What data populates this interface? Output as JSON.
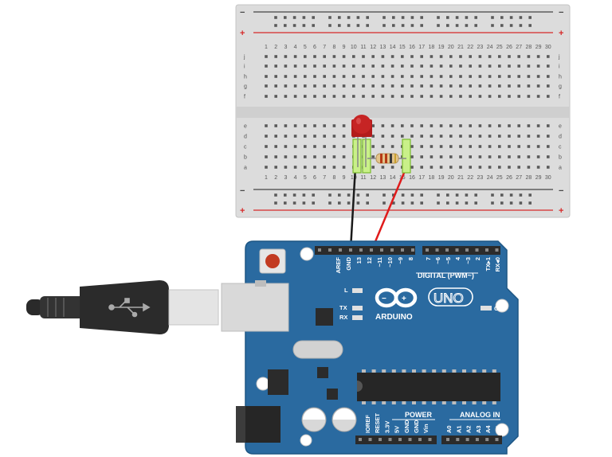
{
  "breadboard": {
    "rail_minus": "−",
    "rail_plus": "+",
    "row_letters_top": [
      "j",
      "i",
      "h",
      "g",
      "f"
    ],
    "row_letters_bottom": [
      "e",
      "d",
      "c",
      "b",
      "a"
    ],
    "column_count": 30
  },
  "arduino": {
    "logo_text": "ARDUINO",
    "model": "UNO",
    "digital_header": "DIGITAL (PWM~)",
    "digital_pins": [
      "AREF",
      "GND",
      "13",
      "12",
      "~11",
      "~10",
      "~9",
      "8",
      "7",
      "~6",
      "~5",
      "4",
      "~3",
      "2",
      "TX▸1",
      "RX◂0"
    ],
    "led_labels": [
      "L",
      "TX",
      "RX"
    ],
    "on_label": "ON",
    "power_header": "POWER",
    "power_pins": [
      "IOREF",
      "RESET",
      "3.3V",
      "5V",
      "GND",
      "GND",
      "Vin"
    ],
    "analog_header": "ANALOG IN",
    "analog_pins": [
      "A0",
      "A1",
      "A2",
      "A3",
      "A4",
      "A5"
    ]
  },
  "colors": {
    "board_blue": "#2a6aa0",
    "breadboard": "#dedede",
    "rail_red": "#d62a2a",
    "wire_black": "#1a1a1a",
    "wire_red": "#e01b1b",
    "led_red": "#b31b1b"
  }
}
